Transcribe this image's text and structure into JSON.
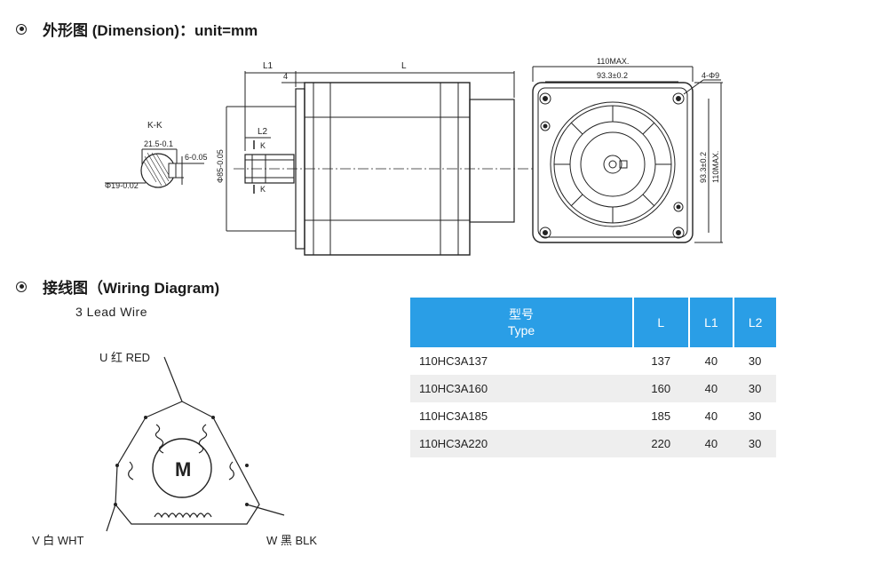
{
  "dimension_heading": "外形图 (Dimension)：unit=mm",
  "wiring_heading": "接线图（Wiring Diagram)",
  "wiring_subtitle": "3 Lead Wire",
  "drawing": {
    "section_label": "K-K",
    "dim_l1": "L1",
    "dim_l": "L",
    "dim_4": "4",
    "dim_l2": "L2",
    "dim_k": "K",
    "dim_key_width": "21.5-0.1",
    "dim_key": "6-0.05",
    "dim_shaft": "Φ19-0.02",
    "dim_pilot": "Φ85-0.05",
    "dim_110max_top": "110MAX.",
    "dim_93_top": "93.3±0.2",
    "dim_holes": "4-Φ9",
    "dim_93_side": "93.3±0.2",
    "dim_110max_side": "110MAX."
  },
  "wiring": {
    "u_label": "U 红 RED",
    "v_label": "V 白 WHT",
    "w_label": "W 黑 BLK",
    "motor_label": "M"
  },
  "table": {
    "headers": [
      {
        "cn": "型号",
        "en": "Type"
      },
      {
        "cn": "",
        "en": "L"
      },
      {
        "cn": "",
        "en": "L1"
      },
      {
        "cn": "",
        "en": "L2"
      }
    ],
    "rows": [
      [
        "110HC3A137",
        "137",
        "40",
        "30"
      ],
      [
        "110HC3A160",
        "160",
        "40",
        "30"
      ],
      [
        "110HC3A185",
        "185",
        "40",
        "30"
      ],
      [
        "110HC3A220",
        "220",
        "40",
        "30"
      ]
    ]
  }
}
